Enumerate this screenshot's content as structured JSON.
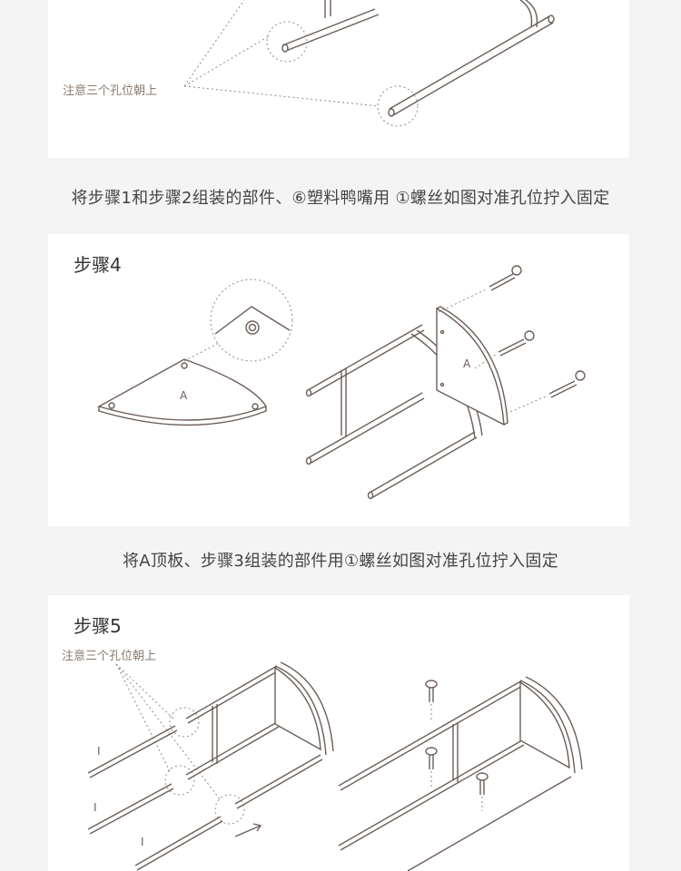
{
  "top_card": {
    "note": "注意三个孔位朝上"
  },
  "captions": {
    "step3_caption": "将步骤1和步骤2组装的部件、⑥塑料鸭嘴用 ①螺丝如图对准孔位拧入固定",
    "step4_caption": "将A顶板、步骤3组装的部件用①螺丝如图对准孔位拧入固定"
  },
  "step4": {
    "title": "步骤4",
    "panel_label": "A"
  },
  "step5": {
    "title": "步骤5",
    "note": "注意三个孔位朝上",
    "rod_marks": [
      "I",
      "I",
      "I"
    ]
  }
}
